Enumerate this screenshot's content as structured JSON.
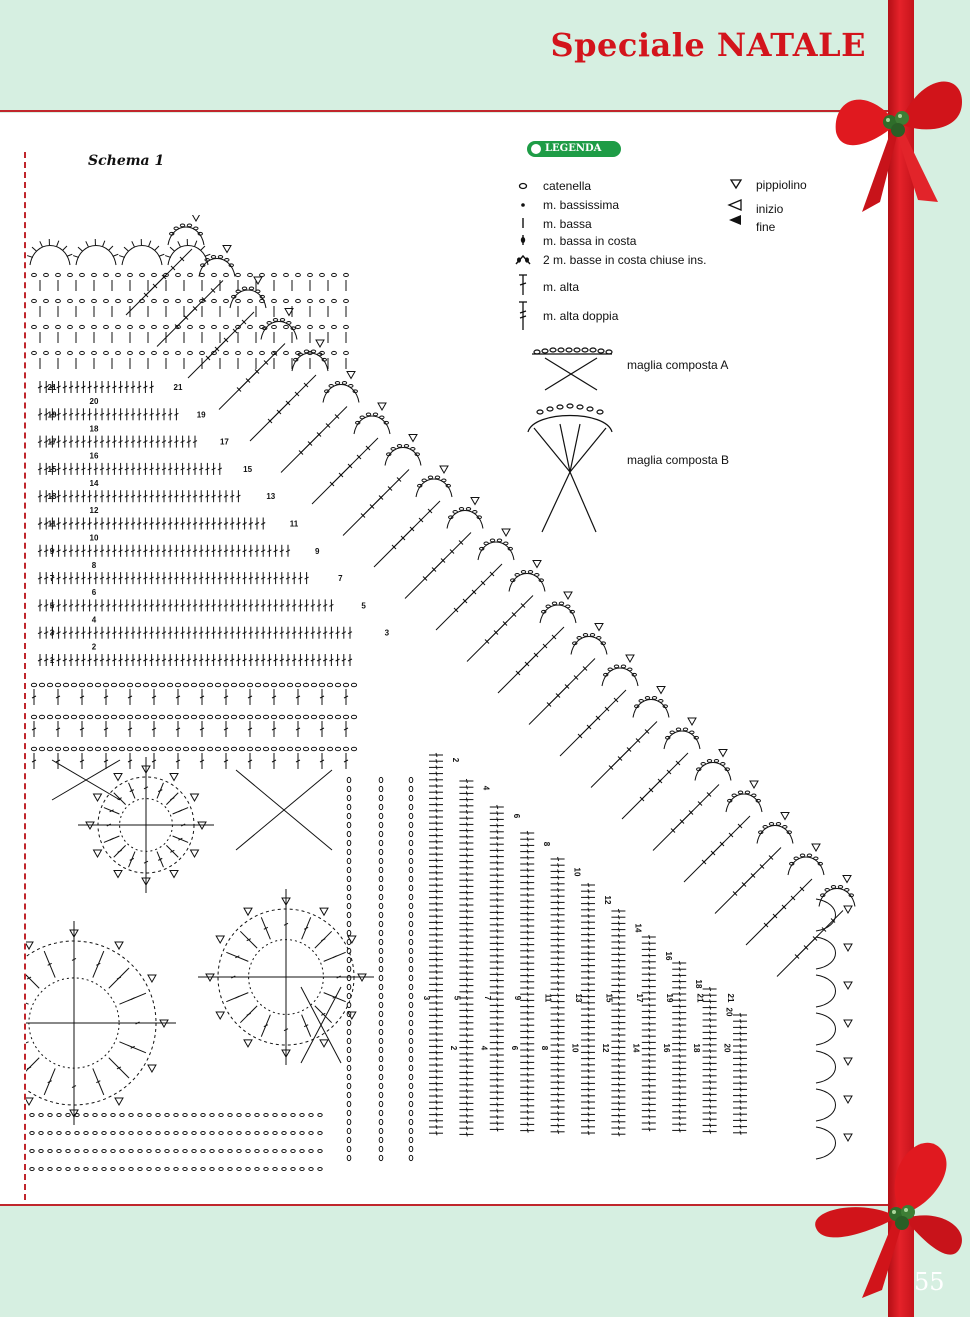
{
  "header": {
    "title": "Speciale NATALE"
  },
  "page_number": "55",
  "schema": {
    "title": "Schema 1"
  },
  "legend": {
    "badge": "LEGENDA",
    "items": [
      {
        "symbol": "chain-oval-icon",
        "label": "catenella"
      },
      {
        "symbol": "slip-stitch-dot-icon",
        "label": "m. bassissima"
      },
      {
        "symbol": "single-crochet-bar-icon",
        "label": "m. bassa"
      },
      {
        "symbol": "single-crochet-back-loop-icon",
        "label": "m. bassa in costa"
      },
      {
        "symbol": "two-sc-together-icon",
        "label": "2 m. basse in costa chiuse ins."
      },
      {
        "symbol": "double-crochet-icon",
        "label": "m. alta"
      },
      {
        "symbol": "treble-crochet-icon",
        "label": "m. alta doppia"
      },
      {
        "symbol": "composite-stitch-a-icon",
        "label": "maglia composta A"
      },
      {
        "symbol": "composite-stitch-b-icon",
        "label": "maglia composta B"
      },
      {
        "symbol": "picot-icon",
        "label": "pippiolino"
      },
      {
        "symbol": "start-triangle-icon",
        "label": "inizio"
      },
      {
        "symbol": "end-triangle-icon",
        "label": "fine"
      }
    ]
  },
  "diagram_labels": {
    "left_column": [
      "21",
      "19",
      "17",
      "15",
      "13",
      "11",
      "9",
      "7",
      "5",
      "3",
      "1"
    ],
    "left_inner": [
      "20",
      "18",
      "16",
      "14",
      "12",
      "10",
      "8",
      "6",
      "4",
      "2"
    ],
    "diagonal_top": [
      "21",
      "19",
      "17",
      "15",
      "13",
      "11",
      "9",
      "7",
      "5",
      "3"
    ],
    "bottom_row": [
      "3",
      "5",
      "7",
      "9",
      "11",
      "13",
      "15",
      "17",
      "19",
      "21"
    ],
    "bottom_inner": [
      "2",
      "4",
      "6",
      "8",
      "10",
      "12",
      "14",
      "16",
      "18",
      "20"
    ],
    "diagonal_bottom": [
      "2",
      "4",
      "6",
      "8",
      "10",
      "12",
      "14",
      "16",
      "18",
      "20"
    ]
  },
  "colors": {
    "brand_red": "#d3141c",
    "legend_green": "#1e9c46",
    "background_mint": "#d6efe1"
  }
}
